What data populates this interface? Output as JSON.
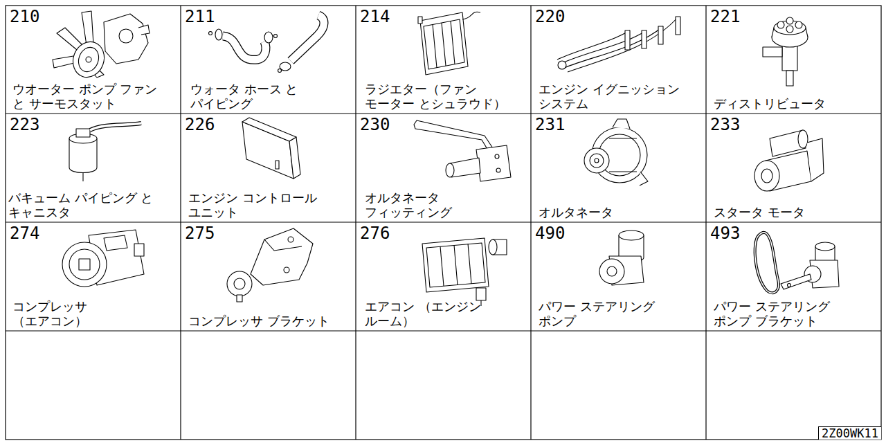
{
  "diagram": {
    "nodes": [
      {
        "text": [
          "210",
          "ウオーター ポンプ ファン と サーモスタット"
        ]
      },
      {
        "text": [
          "211",
          "ウォータ ホース と パイピング"
        ]
      },
      {
        "text": [
          "214",
          "ラジエター（ファン モーター とシュラウド）"
        ]
      },
      {
        "text": [
          "220",
          "エンジン イグニッション システム"
        ]
      },
      {
        "text": [
          "221",
          "ディストリビュータ"
        ]
      },
      {
        "text": [
          "223",
          "バキューム パイピング と キャニスタ"
        ]
      },
      {
        "text": [
          "226",
          "エンジン コントロール ユニット"
        ]
      },
      {
        "text": [
          "230",
          "オルタネータ フィッティング"
        ]
      },
      {
        "text": [
          "231",
          "オルタネータ"
        ]
      },
      {
        "text": [
          "233",
          "スタータ モータ"
        ]
      },
      {
        "text": [
          "274",
          "コンプレッサ （エアコン）"
        ]
      },
      {
        "text": [
          "275",
          "コンプレッサ ブラケット"
        ]
      },
      {
        "text": [
          "276",
          "エアコン （エンジン ルーム）"
        ]
      },
      {
        "text": [
          "490",
          "パワー ステアリング ポンプ"
        ]
      },
      {
        "text": [
          "493",
          "パワー ステアリング ポンプ ブラケット"
        ]
      },
      {
        "text": [
          "2Z00WK11"
        ]
      }
    ]
  }
}
